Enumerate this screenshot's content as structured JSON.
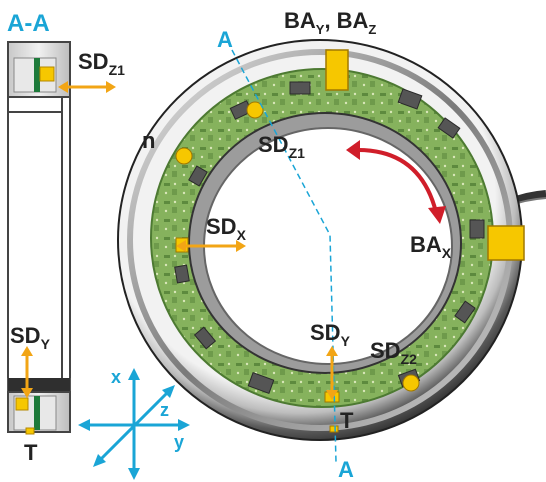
{
  "section": {
    "title": "A-A"
  },
  "cut_line": {
    "top_label": "A",
    "bottom_label": "A"
  },
  "labels": {
    "ba_top": {
      "main1": "BA",
      "sub1": "Y",
      "sep": ",",
      "main2": "BA",
      "sub2": "Z"
    },
    "sd_z1_left": {
      "main": "SD",
      "sub": "Z1"
    },
    "n": "n",
    "sd_z1_ring": {
      "main": "SD",
      "sub": "Z1"
    },
    "sd_x": {
      "main": "SD",
      "sub": "X"
    },
    "ba_x": {
      "main": "BA",
      "sub": "X"
    },
    "sd_y_left": {
      "main": "SD",
      "sub": "Y"
    },
    "sd_y_ring": {
      "main": "SD",
      "sub": "Y"
    },
    "sd_z2": {
      "main": "SD",
      "sub": "Z2"
    },
    "t_left": "T",
    "t_ring": "T"
  },
  "axes": {
    "x": "x",
    "y": "y",
    "z": "z"
  },
  "colors": {
    "cyan": "#1aa5d6",
    "orange": "#f2a515",
    "red": "#d01e2a",
    "pcb_green": "#86b25d",
    "sensor_yellow": "#f6c700",
    "dark_green": "#1d7a3a",
    "steel_dark": "#3f3f3f",
    "steel_light": "#d9d9d9"
  }
}
